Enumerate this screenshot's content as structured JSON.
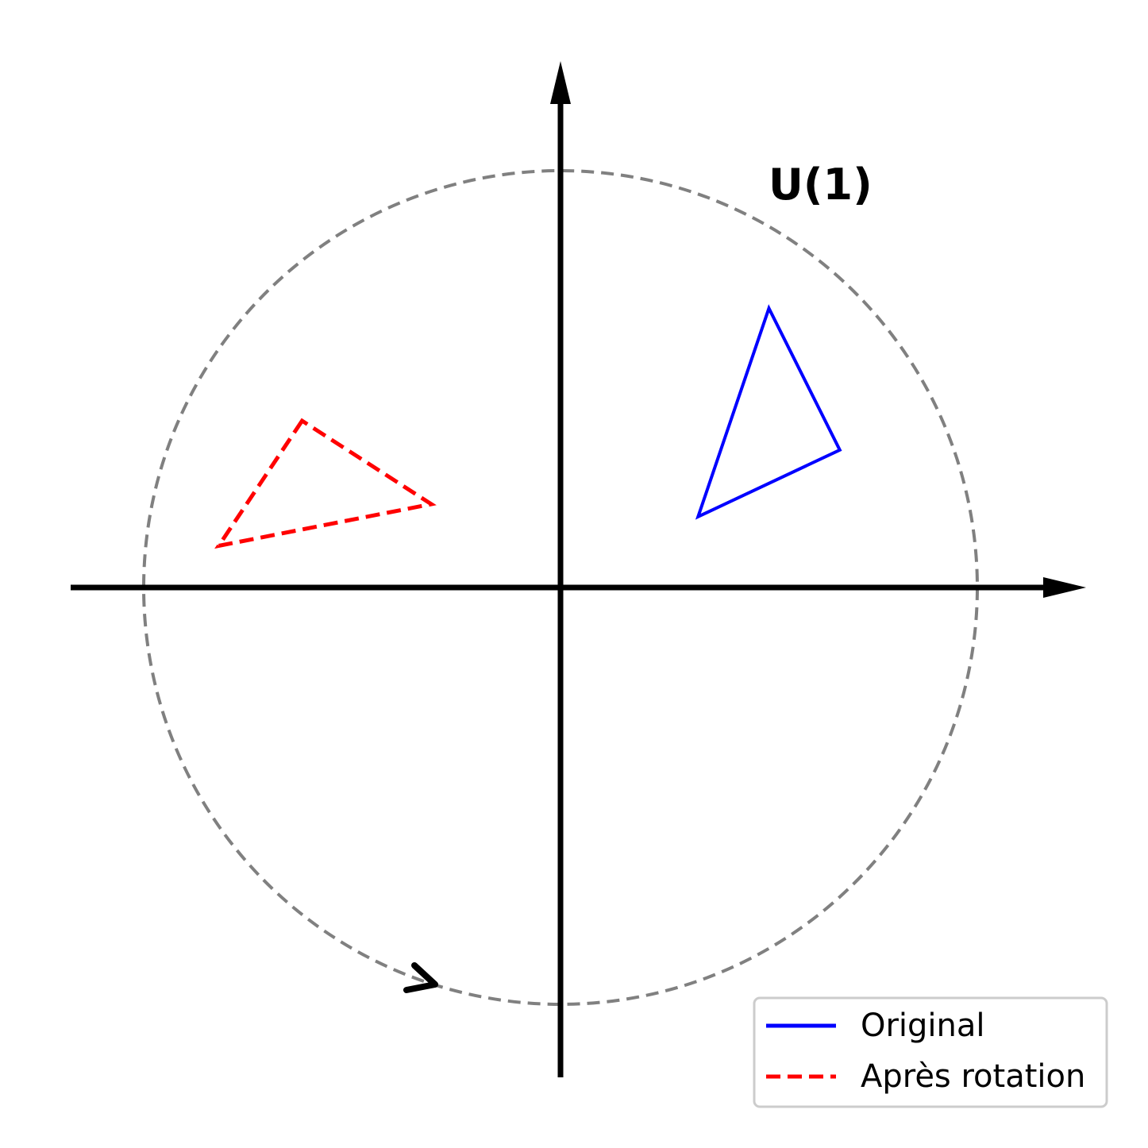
{
  "figure": {
    "group_label": "U(1)",
    "colors": {
      "axes": "#000000",
      "unit_circle": "#808080",
      "original": "#0000ff",
      "rotated": "#ff0000",
      "rotation_arrow": "#000000",
      "legend_border": "#cccccc"
    },
    "unit_circle": {
      "center": [
        0,
        0
      ],
      "radius": 1,
      "style": "dashed"
    },
    "original_triangle": {
      "label": "Original",
      "style": "solid",
      "vertices": [
        [
          0.33,
          0.17
        ],
        [
          0.5,
          0.67
        ],
        [
          0.67,
          0.33
        ]
      ]
    },
    "rotated_triangle": {
      "label": "Après rotation",
      "style": "dashed",
      "vertices": [
        [
          -0.62,
          0.4
        ],
        [
          -0.82,
          0.1
        ],
        [
          -0.31,
          0.2
        ]
      ]
    },
    "rotation_arrow": {
      "direction": "counterclockwise",
      "on": "unit_circle"
    },
    "legend": {
      "placement": "lower-right",
      "entries": [
        {
          "label": "Original",
          "style": "solid",
          "color": "#0000ff"
        },
        {
          "label": "Après rotation",
          "style": "dashed",
          "color": "#ff0000"
        }
      ]
    }
  }
}
